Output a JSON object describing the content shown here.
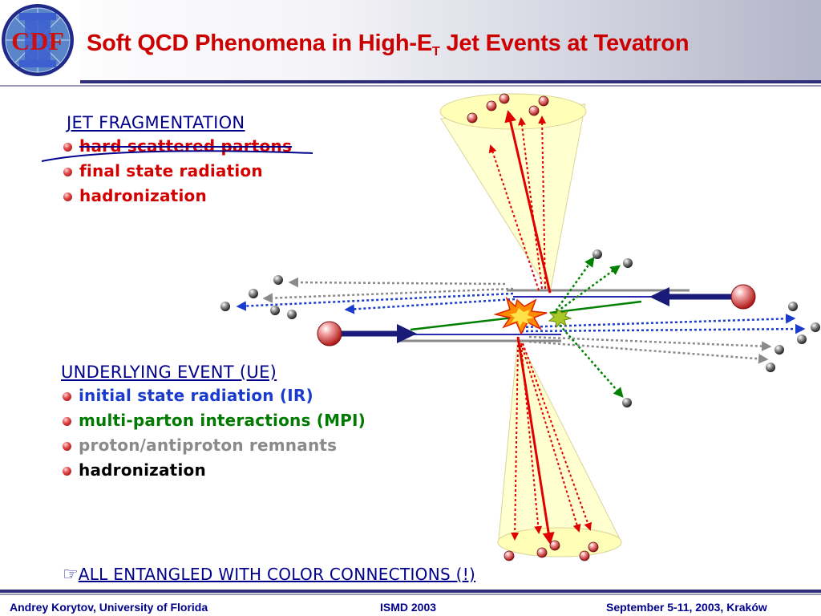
{
  "header": {
    "title_main": "Soft QCD Phenomena in High-E",
    "title_sub": "T",
    "title_rest": " Jet Events at Tevatron",
    "logo_text": "CDF"
  },
  "jet_fragmentation": {
    "heading": "JET FRAGMENTATION",
    "items": [
      {
        "label": "hard scattered partons",
        "color": "#d40000",
        "struck": true
      },
      {
        "label": "final state radiation",
        "color": "#d40000"
      },
      {
        "label": "hadronization",
        "color": "#d40000"
      }
    ]
  },
  "underlying_event": {
    "heading": "UNDERLYING EVENT (UE)",
    "items": [
      {
        "label": "initial state radiation (IR)",
        "color": "#1a3ccc"
      },
      {
        "label": "multi-parton interactions (MPI)",
        "color": "#007a00"
      },
      {
        "label": "proton/antiproton remnants",
        "color": "#8a8a8a"
      },
      {
        "label": "hadronization",
        "color": "#000000"
      }
    ]
  },
  "conclusion": {
    "icon": "pointing-hand-icon",
    "text": "ALL ENTANGLED WITH COLOR CONNECTIONS (!)"
  },
  "footer": {
    "left": "Andrey Korytov, University of Florida",
    "center": "ISMD 2003",
    "right": "September 5-11, 2003, Kraków"
  },
  "colors": {
    "title": "#cc0000",
    "navy": "#00008b",
    "jet": "#e00000",
    "cone": "#ffffcc",
    "isr": "#1a3ccc",
    "mpi": "#008000",
    "remnant": "#8a8a8a"
  }
}
